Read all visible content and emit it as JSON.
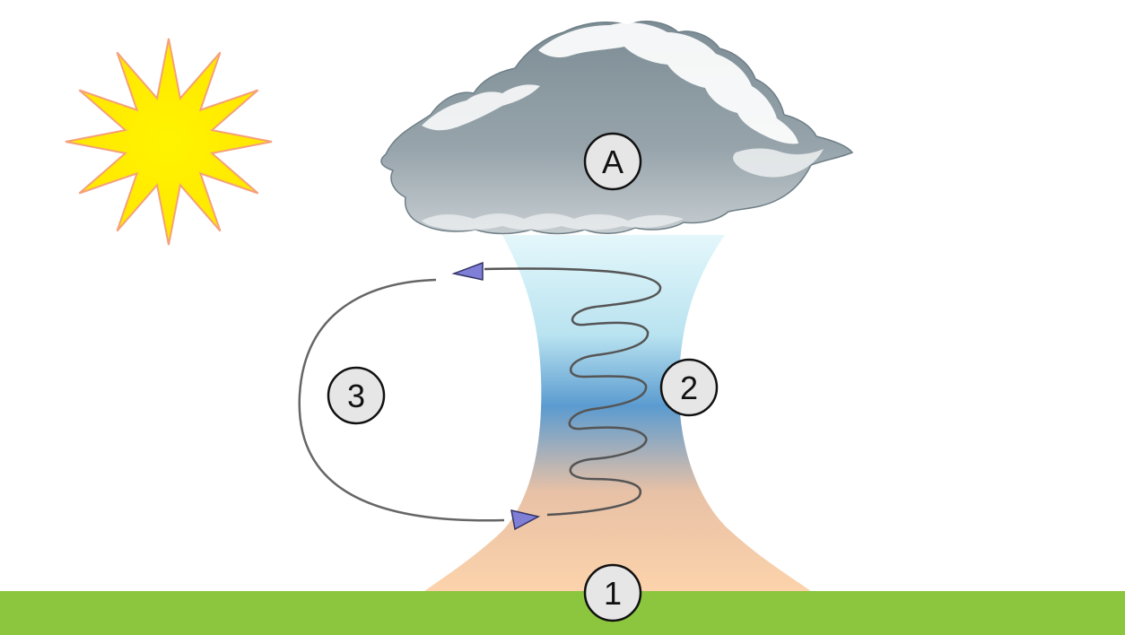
{
  "markers": {
    "cloud": "A",
    "ground": "1",
    "column": "2",
    "loop": "3"
  },
  "colors": {
    "sky_background": "#ffffff",
    "sun_fill": "#ffef00",
    "sun_outline": "#f5a07a",
    "ground": "#8cc63f",
    "cloud_dark": "#8f9ea5",
    "cloud_light": "#ffffff",
    "column_top": "#e4f7fb",
    "column_middle": "#5b9bd0",
    "column_bottom": "#fcd3ab",
    "flow_line": "#666666",
    "arrowhead": "#7f7fd8",
    "marker_fill": "#e6e6e6",
    "marker_stroke": "#111111"
  },
  "icons": {
    "sun": "sun-icon",
    "cloud": "cloud-icon"
  }
}
